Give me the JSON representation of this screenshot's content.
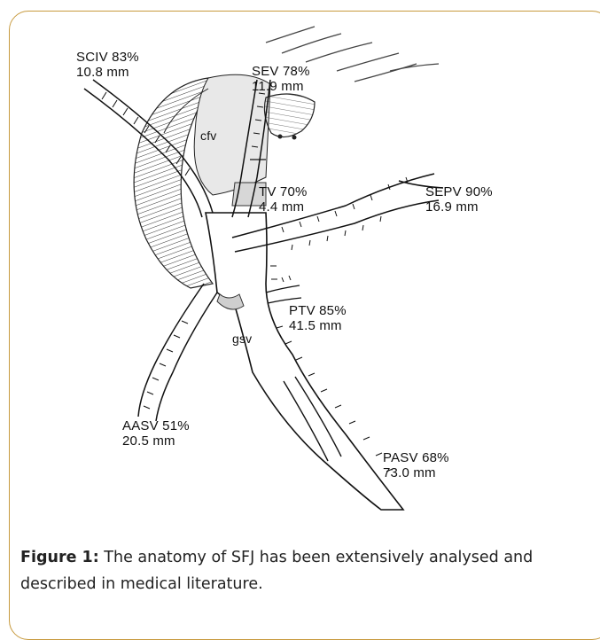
{
  "labels": {
    "sciv": {
      "name": "SCIV 83%",
      "size": "10.8 mm"
    },
    "sev": {
      "name": "SEV 78%",
      "size": "11.9 mm"
    },
    "tv": {
      "name": "TV 70%",
      "size": "4.4 mm"
    },
    "sepv": {
      "name": "SEPV 90%",
      "size": "16.9 mm"
    },
    "ptv": {
      "name": "PTV 85%",
      "size": "41.5 mm"
    },
    "aasv": {
      "name": "AASV 51%",
      "size": "20.5 mm"
    },
    "pasv": {
      "name": "PASV 68%",
      "size": "73.0 mm"
    },
    "cfv": "cfv",
    "gsv": "gsv"
  },
  "caption": {
    "label": "Figure 1:",
    "text": " The anatomy of SFJ has been extensively analysed and described in medical literature."
  }
}
